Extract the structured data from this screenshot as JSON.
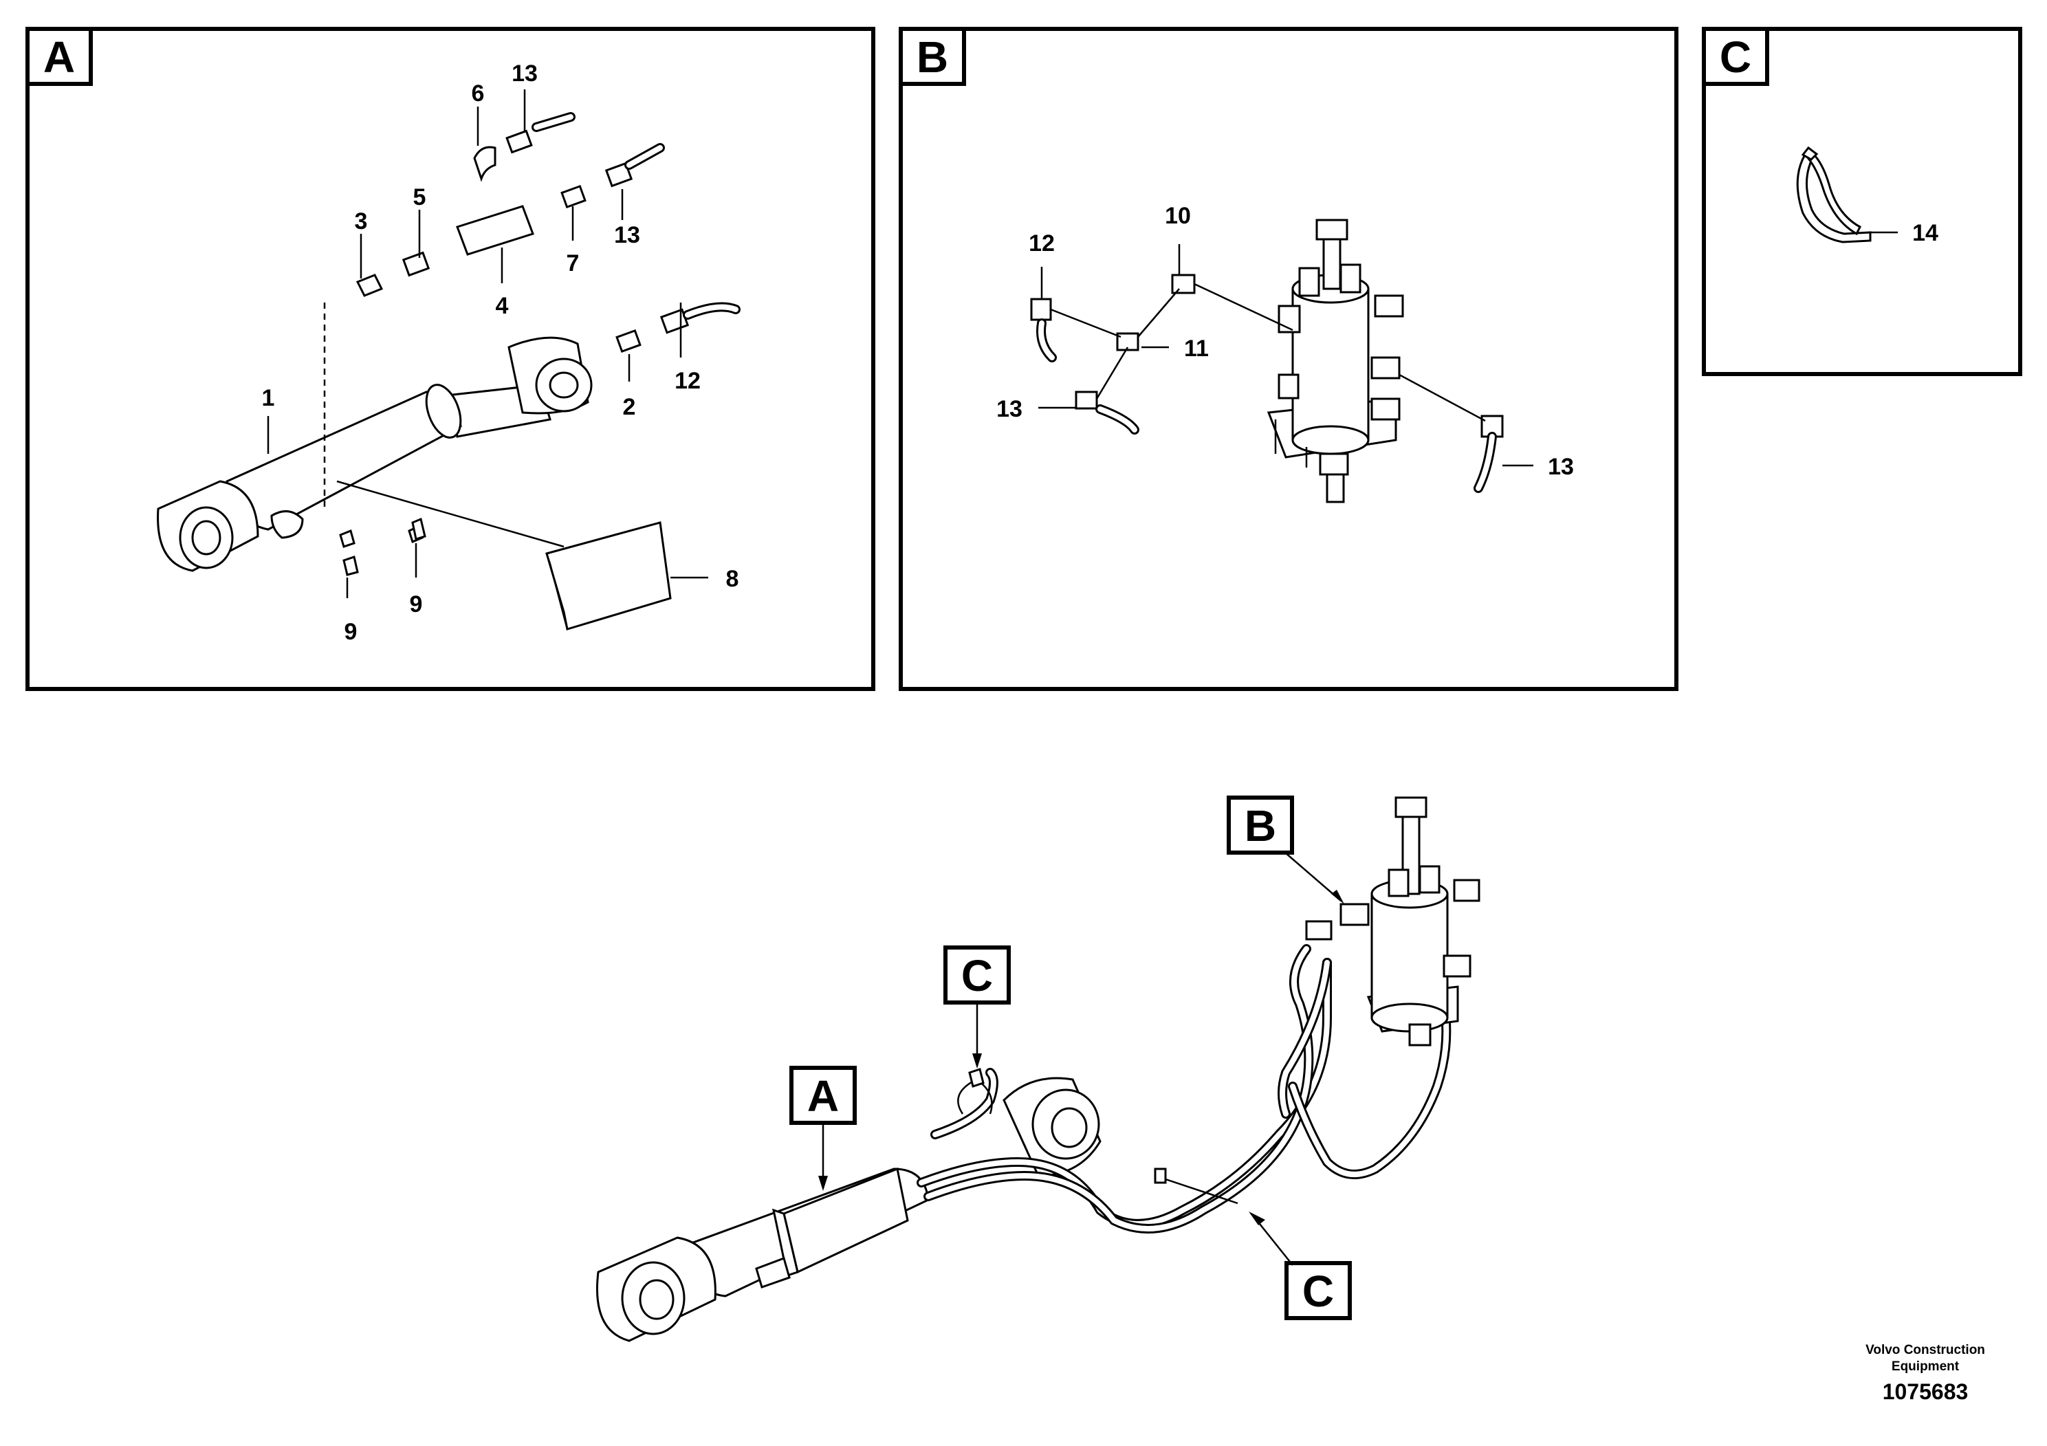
{
  "panels": {
    "a": {
      "tag": "A"
    },
    "b": {
      "tag": "B"
    },
    "c": {
      "tag": "C"
    }
  },
  "callouts": {
    "a": [
      "1",
      "2",
      "3",
      "4",
      "5",
      "6",
      "7",
      "8",
      "9",
      "9",
      "12",
      "13",
      "13"
    ],
    "b": [
      "10",
      "11",
      "12",
      "13",
      "13"
    ],
    "c": [
      "14"
    ]
  },
  "overview": {
    "tags": [
      "A",
      "B",
      "C",
      "C"
    ]
  },
  "footer": {
    "company_line1": "Volvo Construction",
    "company_line2": "Equipment",
    "doc_number": "1075683"
  }
}
